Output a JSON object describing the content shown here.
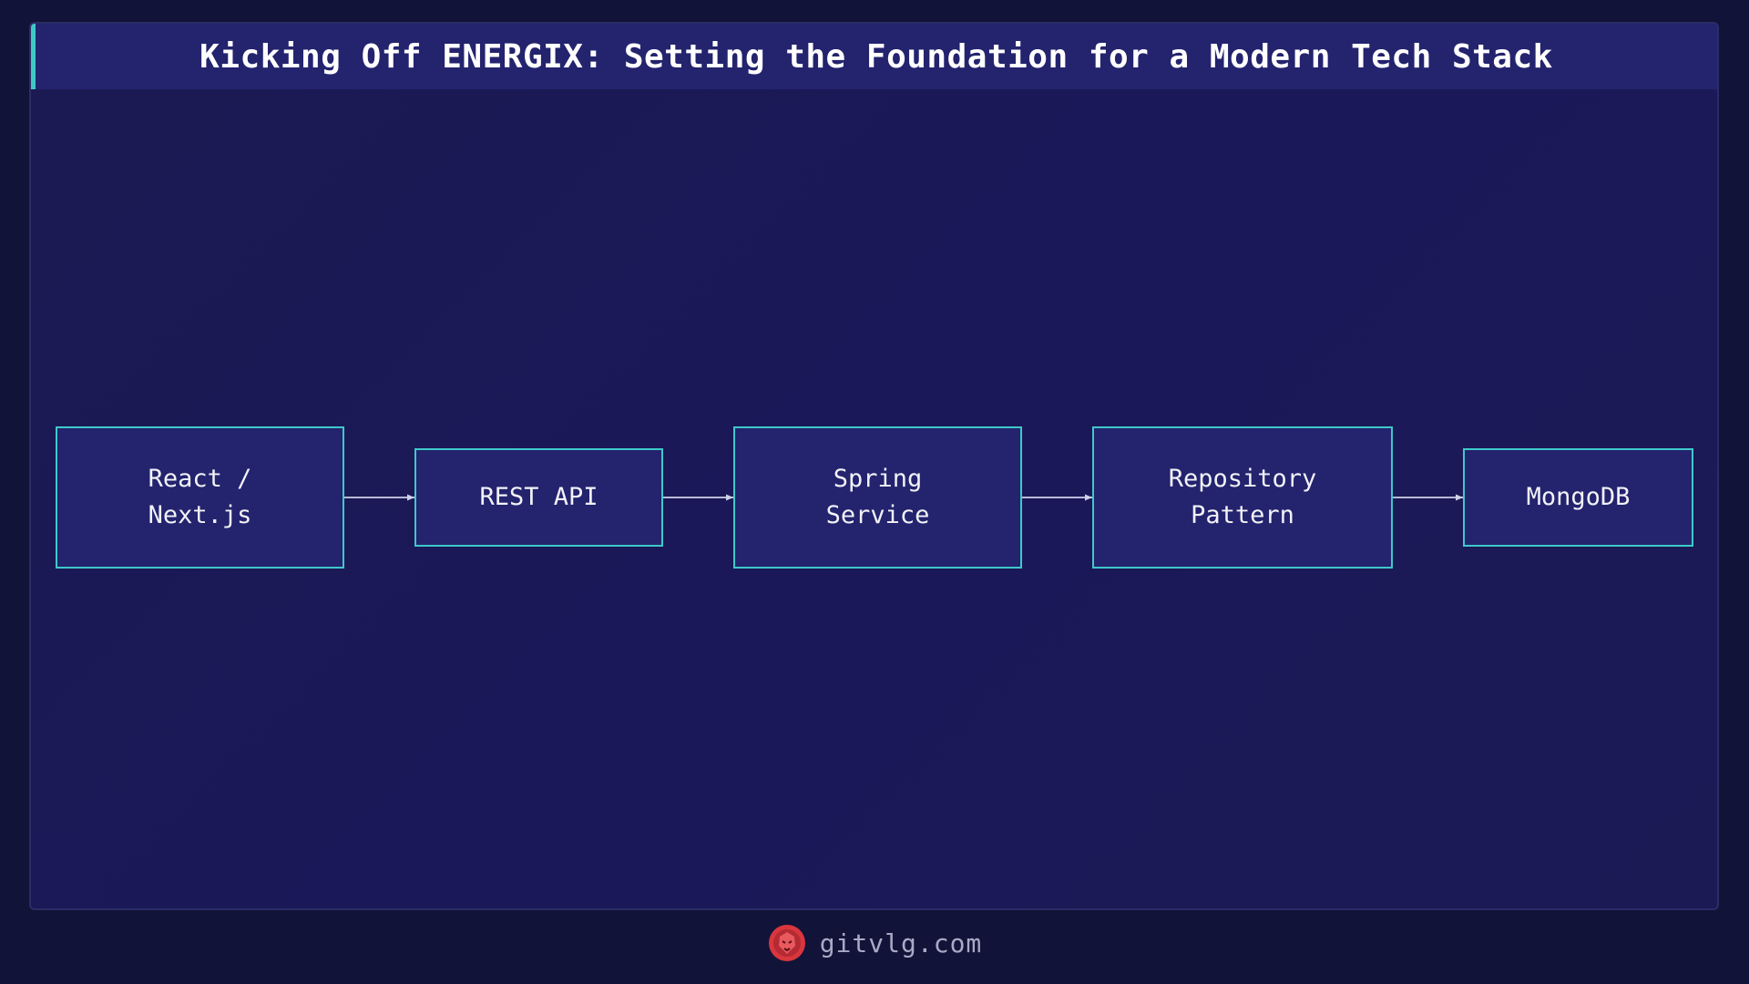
{
  "header": {
    "title": "Kicking Off ENERGIX: Setting the Foundation for a Modern Tech Stack"
  },
  "diagram": {
    "nodes": [
      {
        "id": "react",
        "line1": "React /",
        "line2": "Next.js"
      },
      {
        "id": "rest",
        "line1": "REST API",
        "line2": ""
      },
      {
        "id": "spring",
        "line1": "Spring",
        "line2": "Service"
      },
      {
        "id": "repo",
        "line1": "Repository",
        "line2": "Pattern"
      },
      {
        "id": "mongo",
        "line1": "MongoDB",
        "line2": ""
      }
    ],
    "edges": [
      {
        "from": "react",
        "to": "rest"
      },
      {
        "from": "rest",
        "to": "spring"
      },
      {
        "from": "spring",
        "to": "repo"
      },
      {
        "from": "repo",
        "to": "mongo"
      }
    ]
  },
  "footer": {
    "site": "gitvlg.com",
    "logo_icon": "lion-head-icon"
  },
  "colors": {
    "background": "#121338",
    "panel": "#1c1a52",
    "title_bar": "#23236e",
    "node_fill": "#23236e",
    "accent": "#3ec9c9",
    "logo": "#d9363e"
  }
}
